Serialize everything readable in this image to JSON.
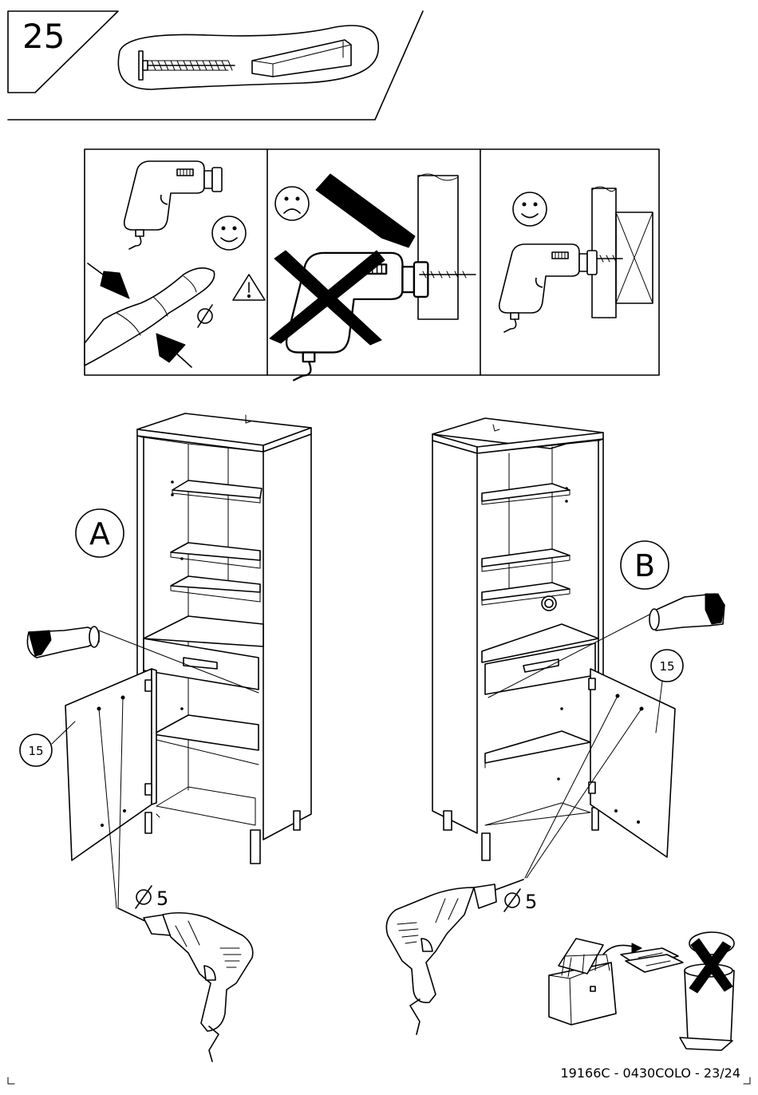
{
  "header": {
    "step_number": "25"
  },
  "panels": {
    "labels": {
      "view_a": "A",
      "view_b": "B"
    },
    "part_number": "15",
    "drill_diameter": "5"
  },
  "footer": {
    "document_code": "19166C - 0430COLO - 23/24"
  }
}
